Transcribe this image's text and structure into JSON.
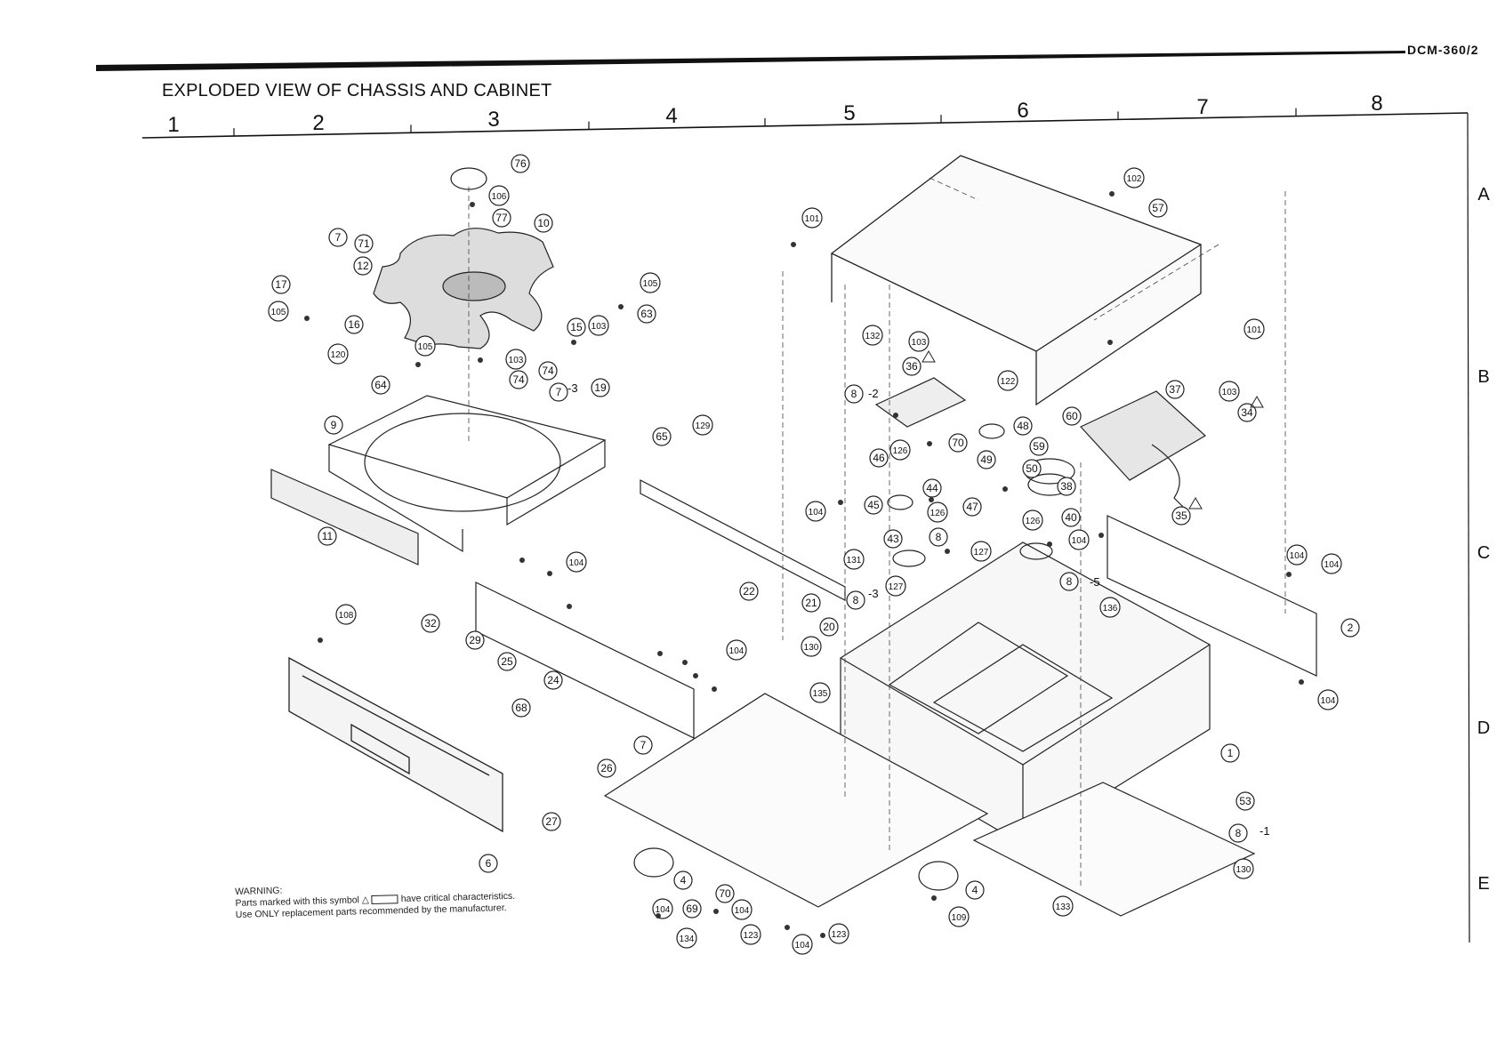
{
  "header": {
    "title": "EXPLODED VIEW OF CHASSIS AND CABINET",
    "doc_id": "DCM-360/2"
  },
  "grid": {
    "columns": [
      "1",
      "2",
      "3",
      "4",
      "5",
      "6",
      "7",
      "8"
    ],
    "rows": [
      "A",
      "B",
      "C",
      "D",
      "E"
    ]
  },
  "warning": {
    "heading": "WARNING:",
    "line1_prefix": "Parts marked with this symbol",
    "line1_suffix": "have critical characteristics.",
    "line2": "Use ONLY replacement parts recommended by the manufacturer."
  },
  "callouts": [
    {
      "label": "76"
    },
    {
      "label": "106"
    },
    {
      "label": "77"
    },
    {
      "label": "10"
    },
    {
      "label": "7"
    },
    {
      "label": "71"
    },
    {
      "label": "12"
    },
    {
      "label": "17"
    },
    {
      "label": "105"
    },
    {
      "label": "16"
    },
    {
      "label": "120"
    },
    {
      "label": "105"
    },
    {
      "label": "103"
    },
    {
      "label": "74"
    },
    {
      "label": "64"
    },
    {
      "label": "15"
    },
    {
      "label": "103"
    },
    {
      "label": "63"
    },
    {
      "label": "105"
    },
    {
      "label": "74"
    },
    {
      "label": "7"
    },
    {
      "label": "19"
    },
    {
      "label": "9"
    },
    {
      "label": "11"
    },
    {
      "label": "65"
    },
    {
      "label": "129"
    },
    {
      "label": "104"
    },
    {
      "label": "22"
    },
    {
      "label": "108"
    },
    {
      "label": "32"
    },
    {
      "label": "29"
    },
    {
      "label": "25"
    },
    {
      "label": "24"
    },
    {
      "label": "68"
    },
    {
      "label": "104"
    },
    {
      "label": "7"
    },
    {
      "label": "26"
    },
    {
      "label": "27"
    },
    {
      "label": "6"
    },
    {
      "label": "4"
    },
    {
      "label": "104"
    },
    {
      "label": "70"
    },
    {
      "label": "69"
    },
    {
      "label": "104"
    },
    {
      "label": "134"
    },
    {
      "label": "123"
    },
    {
      "label": "104"
    },
    {
      "label": "123"
    },
    {
      "label": "101"
    },
    {
      "label": "102"
    },
    {
      "label": "57"
    },
    {
      "label": "101"
    },
    {
      "label": "132"
    },
    {
      "label": "103"
    },
    {
      "label": "36"
    },
    {
      "label": "8"
    },
    {
      "label": "70"
    },
    {
      "label": "122"
    },
    {
      "label": "48"
    },
    {
      "label": "60"
    },
    {
      "label": "49"
    },
    {
      "label": "59"
    },
    {
      "label": "50"
    },
    {
      "label": "37"
    },
    {
      "label": "103"
    },
    {
      "label": "34"
    },
    {
      "label": "46"
    },
    {
      "label": "126"
    },
    {
      "label": "44"
    },
    {
      "label": "126"
    },
    {
      "label": "38"
    },
    {
      "label": "45"
    },
    {
      "label": "104"
    },
    {
      "label": "126"
    },
    {
      "label": "47"
    },
    {
      "label": "40"
    },
    {
      "label": "35"
    },
    {
      "label": "43"
    },
    {
      "label": "8"
    },
    {
      "label": "127"
    },
    {
      "label": "104"
    },
    {
      "label": "131"
    },
    {
      "label": "127"
    },
    {
      "label": "8"
    },
    {
      "label": "21"
    },
    {
      "label": "8"
    },
    {
      "label": "136"
    },
    {
      "label": "20"
    },
    {
      "label": "130"
    },
    {
      "label": "135"
    },
    {
      "label": "104"
    },
    {
      "label": "104"
    },
    {
      "label": "2"
    },
    {
      "label": "104"
    },
    {
      "label": "1"
    },
    {
      "label": "53"
    },
    {
      "label": "8"
    },
    {
      "label": "130"
    },
    {
      "label": "4"
    },
    {
      "label": "109"
    },
    {
      "label": "133"
    }
  ],
  "callout_suffixes": {
    "s2": "-2",
    "s3": "-3",
    "s3b": "-3",
    "s5": "-5",
    "s1": "-1"
  }
}
